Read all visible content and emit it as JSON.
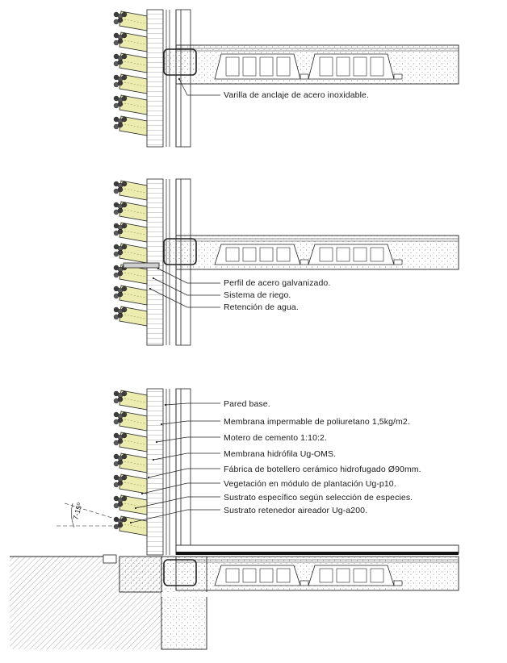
{
  "sections": [
    {
      "id": "upper",
      "callouts": [
        {
          "text": "Varilla de anclaje de acero inoxidable."
        }
      ]
    },
    {
      "id": "middle",
      "callouts": [
        {
          "text": "Perfil de acero galvanizado."
        },
        {
          "text": "Sistema de riego."
        },
        {
          "text": "Retención de agua."
        }
      ]
    },
    {
      "id": "lower",
      "dimension": "7-15º",
      "callouts": [
        {
          "text": "Pared base."
        },
        {
          "text": "Membrana impermable de poliuretano 1,5kg/m2."
        },
        {
          "text": "Motero de cemento 1:10:2."
        },
        {
          "text": "Membrana hidrófila Ug-OMS."
        },
        {
          "text": "Fábrica de botellero cerámico hidrofugado Ø90mm."
        },
        {
          "text": "Vegetación en módulo de plantación Ug-p10."
        },
        {
          "text": "Sustrato específico según selección de especies."
        },
        {
          "text": "Sustrato retenedor aireador Ug-a200."
        }
      ]
    }
  ],
  "colors": {
    "line": "#222222",
    "substrate": "#ecebb0",
    "vegetation": "#5a5a5a",
    "ground_hatch": "#888888"
  }
}
